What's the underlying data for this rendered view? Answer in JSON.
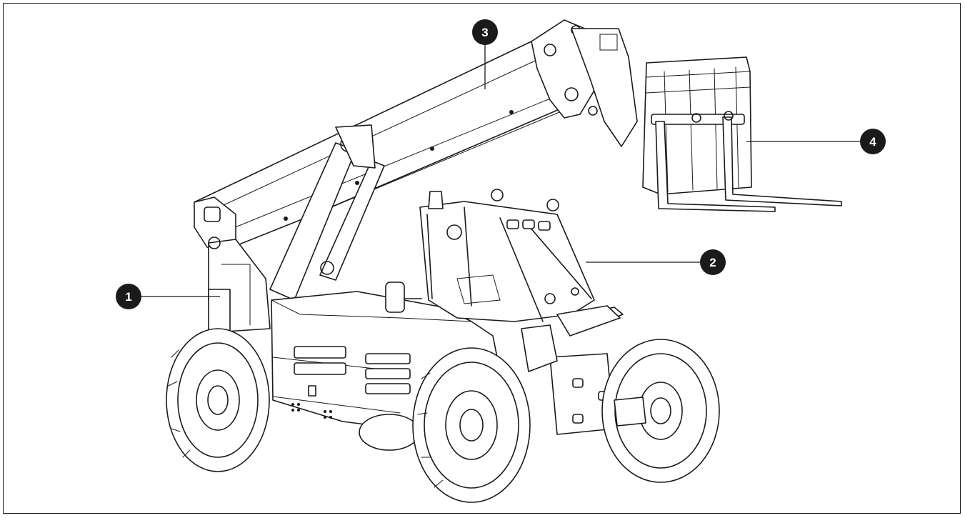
{
  "figure": {
    "background": "#ffffff",
    "line_color": "#1a1a1a",
    "callout_fill": "#1a1a1a",
    "callout_text_color": "#ffffff"
  },
  "callouts": [
    {
      "number": "1",
      "part": "frame-upright"
    },
    {
      "number": "2",
      "part": "operator-cab"
    },
    {
      "number": "3",
      "part": "telescopic-boom"
    },
    {
      "number": "4",
      "part": "fork-carriage"
    }
  ]
}
